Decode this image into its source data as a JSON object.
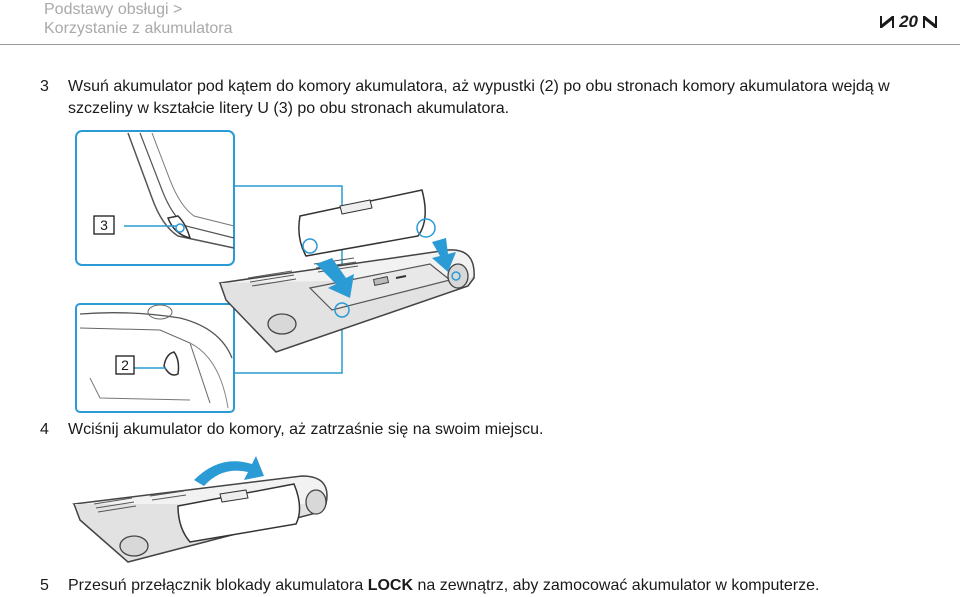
{
  "header": {
    "breadcrumb_line1": "Podstawy obsługi >",
    "breadcrumb_line2": "Korzystanie z akumulatora",
    "page_number": "20"
  },
  "steps": [
    {
      "number": "3",
      "text": "Wsuń akumulator pod kątem do komory akumulatora, aż wypustki (2) po obu stronach komory akumulatora wejdą w szczeliny w kształcie litery U (3) po obu stronach akumulatora."
    },
    {
      "number": "4",
      "text": "Wciśnij akumulator do komory, aż zatrzaśnie się na swoim miejscu."
    },
    {
      "number": "5",
      "text_before": "Przesuń przełącznik blokady akumulatora ",
      "text_bold": "LOCK",
      "text_after": " na zewnątrz, aby zamocować akumulator w komputerze."
    }
  ],
  "figure1": {
    "callout_top": "3",
    "callout_bottom": "2"
  },
  "colors": {
    "accent_blue": "#2a9bd4",
    "header_gray": "#a9a9a9"
  }
}
